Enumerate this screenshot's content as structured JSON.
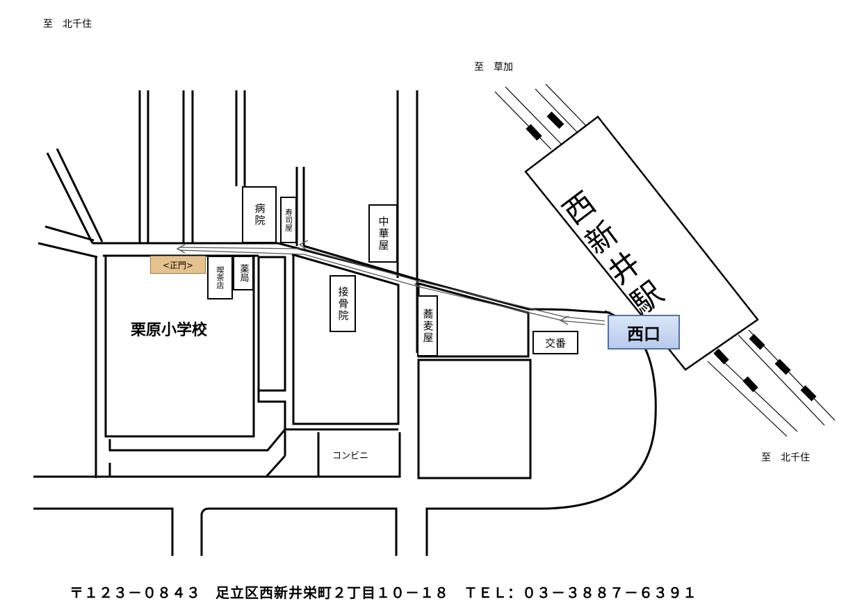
{
  "directions": {
    "top_left": "至　北千住",
    "top_right": "至　草加",
    "bottom_right": "至　北千住"
  },
  "station": {
    "name": "西新井駅",
    "exit": "西口"
  },
  "school": {
    "name": "栗原小学校",
    "gate": "<正門>"
  },
  "landmarks": {
    "hospital": "病院",
    "sushi": "寿司屋",
    "cafe": "喫茶店",
    "pharmacy": "薬局",
    "chinese": "中華屋",
    "bonesetter": "接骨院",
    "soba": "蕎麦屋",
    "koban": "交番",
    "convenience": "コンビニ"
  },
  "footer": {
    "address": "〒１２３－０８４３　足立区西新井栄町２丁目１０－１８　ＴＥＬ：０３－３８８７－６３９１"
  },
  "colors": {
    "exit_fill": "#c5d5ef",
    "gate_fill": "#e6c28e",
    "line": "#000000"
  }
}
